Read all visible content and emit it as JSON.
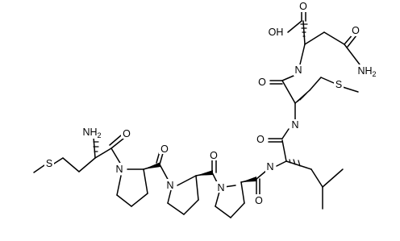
{
  "diagram": {
    "type": "chemical-structure",
    "labels": {
      "oh": "OH",
      "acid_o": "O",
      "o_amide": "O",
      "nh2_amide": "NH2",
      "n_gln": "N",
      "o_gln_carbonyl": "O",
      "s_met7": "S",
      "n_met": "N",
      "o_met_carbonyl": "O",
      "n_leu": "N",
      "o_leu_carbonyl": "O",
      "nh2_met1": "NH2",
      "o_met1_carbonyl": "O",
      "n_pro1": "N",
      "o_pro1_carbonyl": "O",
      "n_pro2": "N",
      "o_pro2_carbonyl": "O",
      "n_pro3": "N",
      "s_met1": "S"
    }
  }
}
